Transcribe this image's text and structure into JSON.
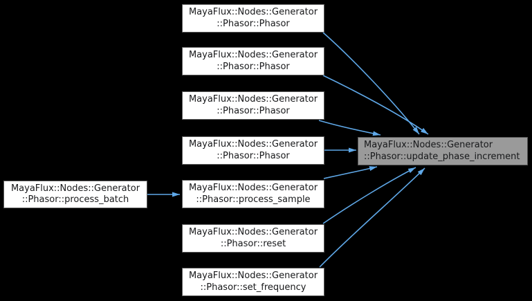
{
  "diagram": {
    "kind": "call-graph",
    "background_color": "#000000",
    "arrow_color": "#5fa8e8",
    "node_fill": "#ffffff",
    "node_border": "#5f5f5f",
    "focus_node_fill": "#9a9a9a",
    "text_color": "#17181a"
  },
  "nodes": {
    "phasor1": {
      "line1": "MayaFlux::Nodes::Generator",
      "line2": "::Phasor::Phasor"
    },
    "phasor2": {
      "line1": "MayaFlux::Nodes::Generator",
      "line2": "::Phasor::Phasor"
    },
    "phasor3": {
      "line1": "MayaFlux::Nodes::Generator",
      "line2": "::Phasor::Phasor"
    },
    "phasor4": {
      "line1": "MayaFlux::Nodes::Generator",
      "line2": "::Phasor::Phasor"
    },
    "process_batch": {
      "line1": "MayaFlux::Nodes::Generator",
      "line2": "::Phasor::process_batch"
    },
    "process_sample": {
      "line1": "MayaFlux::Nodes::Generator",
      "line2": "::Phasor::process_sample"
    },
    "reset": {
      "line1": "MayaFlux::Nodes::Generator",
      "line2": "::Phasor::reset"
    },
    "set_frequency": {
      "line1": "MayaFlux::Nodes::Generator",
      "line2": "::Phasor::set_frequency"
    },
    "update_phase_increment": {
      "line1": "MayaFlux::Nodes::Generator",
      "line2": "::Phasor::update_phase_increment"
    }
  },
  "edges": [
    {
      "from": "phasor1",
      "to": "update_phase_increment"
    },
    {
      "from": "phasor2",
      "to": "update_phase_increment"
    },
    {
      "from": "phasor3",
      "to": "update_phase_increment"
    },
    {
      "from": "phasor4",
      "to": "update_phase_increment"
    },
    {
      "from": "process_sample",
      "to": "update_phase_increment"
    },
    {
      "from": "reset",
      "to": "update_phase_increment"
    },
    {
      "from": "set_frequency",
      "to": "update_phase_increment"
    },
    {
      "from": "process_batch",
      "to": "process_sample"
    }
  ]
}
